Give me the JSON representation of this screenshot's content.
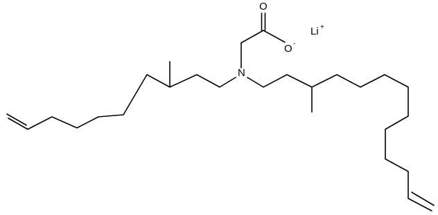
{
  "molecule": {
    "atoms": {
      "oxygen_double": "O",
      "oxygen_single": "O",
      "oxygen_charge": "-",
      "nitrogen": "N",
      "lithium": "Li",
      "lithium_charge": "+"
    }
  }
}
